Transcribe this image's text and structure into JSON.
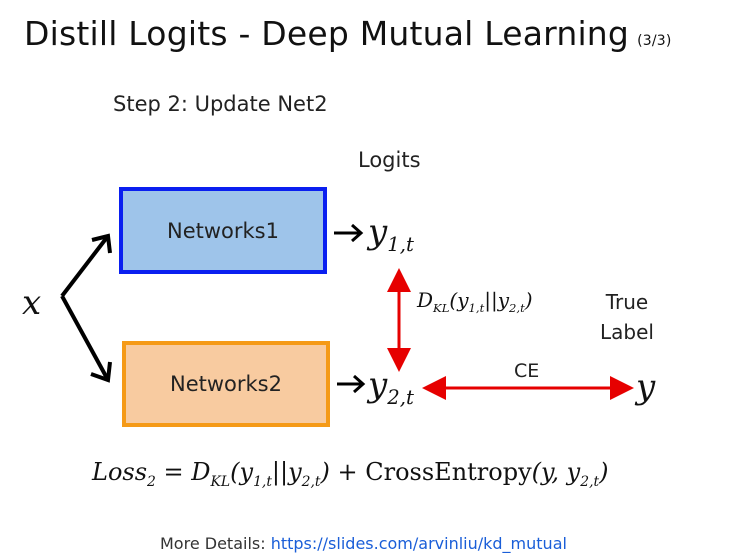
{
  "title": {
    "main": "Distill Logits - Deep Mutual Learning",
    "page": "(3/3)"
  },
  "step_label": "Step 2: Update Net2",
  "logits_label": "Logits",
  "networks": {
    "net1": "Networks1",
    "net2": "Networks2"
  },
  "vars": {
    "x": "x",
    "y1": {
      "base": "y",
      "sub": "1,t"
    },
    "y2": {
      "base": "y",
      "sub": "2,t"
    },
    "y": "y"
  },
  "dkl": {
    "D": "D",
    "sub": "KL",
    "args": "(y",
    "a_sub": "1,t",
    "mid": "||y",
    "b_sub": "2,t",
    "close": ")"
  },
  "true_label": {
    "line1": "True",
    "line2": "Label"
  },
  "ce_label": "CE",
  "loss": {
    "lhs": "Loss",
    "lhs_sub": "2",
    "eq": " = ",
    "D": "D",
    "D_sub": "KL",
    "p1": "(y",
    "p1_sub": "1,t",
    "p2": "||y",
    "p2_sub": "2,t",
    "p3": ")",
    "plus": " + ",
    "ce": "CrossEntropy",
    "ce_args": "(y, y",
    "ce_sub": "2,t",
    "ce_close": ")"
  },
  "footer": {
    "prefix": "More Details: ",
    "link": "https://slides.com/arvinliu/kd_mutual"
  },
  "colors": {
    "net1_fill": "#9ec4ea",
    "net1_border": "#0a1ff0",
    "net2_fill": "#f8cba0",
    "net2_border": "#f59a17",
    "red_arrow": "#e60000",
    "link": "#1a5ed8"
  }
}
